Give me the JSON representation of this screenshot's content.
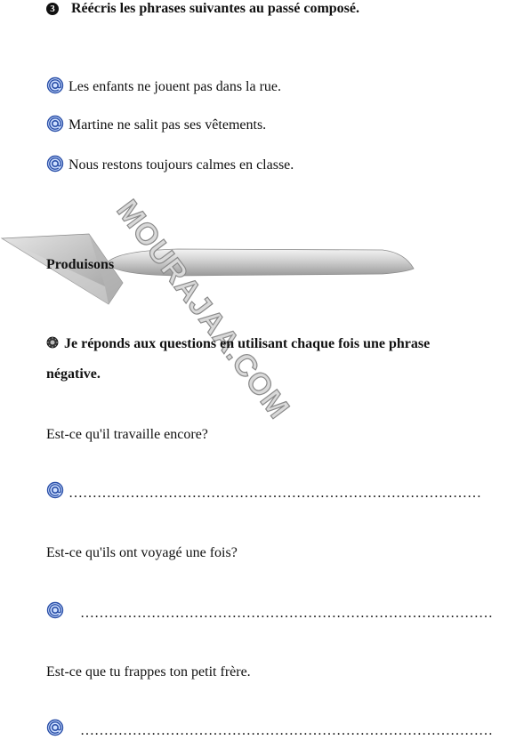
{
  "exercise3": {
    "number": "3",
    "title": "Réécris les phrases suivantes au passé composé.",
    "sentences": [
      "Les enfants ne jouent pas dans la rue.",
      "Martine ne salit pas ses vêtements.",
      "Nous restons toujours calmes en classe."
    ]
  },
  "watermark": {
    "text": "MOURAJAA.COM"
  },
  "section": {
    "heading": "Produisons"
  },
  "exercise4": {
    "instruction_line1": "Je réponds aux questions en utilisant chaque fois une phrase",
    "instruction_line2": "négative.",
    "questions": [
      "Est-ce qu'il travaille encore?",
      "Est-ce qu'ils ont voyagé une fois?",
      "Est-ce que tu frappes ton petit frère."
    ],
    "answer_lines": [
      "……………………………………………………………………………",
      "……………………………………………………………………………",
      "……………………………………………………………………………"
    ]
  }
}
